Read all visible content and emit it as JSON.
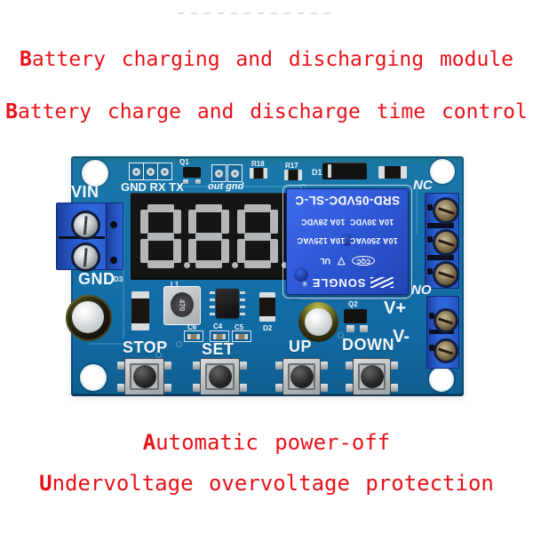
{
  "captions": {
    "line1": "Battery charging and discharging module",
    "line2": "Battery charge and discharge time control",
    "line3": "Automatic power-off",
    "line4": "Undervoltage overvoltage protection",
    "color": "#e81219"
  },
  "board": {
    "silk": {
      "vin": "VIN",
      "gnd": "GND",
      "uart": "GND RX TX",
      "out_gnd": "out gnd",
      "q1": "Q1",
      "r18": "R18",
      "r17": "R17",
      "d1": "D1",
      "nc": "NC",
      "no": "NO",
      "vplus": "V+",
      "vminus": "V-",
      "d3": "D3",
      "l1": "L1",
      "l1_marking": "470",
      "c6": "C6",
      "c4": "C4",
      "c5": "C5",
      "d2": "D2",
      "q2": "Q2"
    },
    "buttons": [
      {
        "label": "STOP"
      },
      {
        "label": "SET"
      },
      {
        "label": "UP"
      },
      {
        "label": "DOWN"
      }
    ],
    "display": {
      "digits": "888",
      "state": "off",
      "segment_color": "#b2b6b8"
    },
    "relay": {
      "brand": "SONGLE",
      "model": "SRD-05VDC-SL-C",
      "rating_vac": "10A 250VAC  10A 125VAC",
      "rating_vdc": "10A 30VDC  10A 28VDC",
      "logos": {
        "ul": "UL",
        "vde": "▽",
        "cqc": "CQC"
      },
      "mounted_rotated_180": true
    },
    "colors": {
      "pcb": "#1571ab",
      "relay": "#2c55d2",
      "terminal_block": "#2b62d8",
      "display_background": "#151515"
    }
  }
}
